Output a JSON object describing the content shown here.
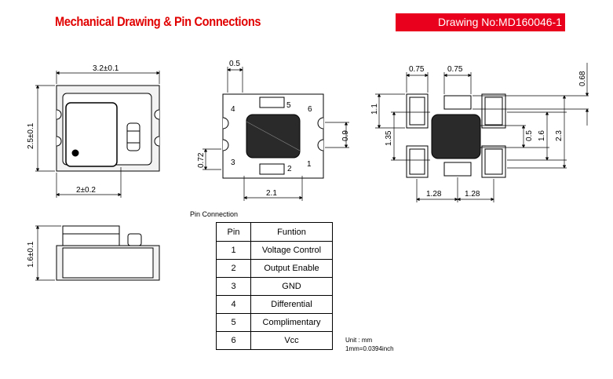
{
  "header": {
    "title": "Mechanical Drawing & Pin Connections",
    "drawing_no": "Drawing No:MD160046-1"
  },
  "top_view": {
    "width_dim": "3.2±0.1",
    "height_dim": "2.5±0.1",
    "bottom_dim": "2±0.2"
  },
  "side_view": {
    "height_dim": "1.6±0.1"
  },
  "bottom_view": {
    "pad_width": "0.5",
    "pad_height_left": "0.72",
    "pad_height_right": "0.9",
    "pitch": "2.1",
    "pin_numbers": [
      "1",
      "2",
      "3",
      "4",
      "5",
      "6"
    ]
  },
  "land_pattern": {
    "pad_w1": "0.75",
    "pad_w2": "0.75",
    "top_offset": "0.68",
    "pad_h": "1.1",
    "left_h": "1.35",
    "gap": "0.5",
    "mid": "1.6",
    "total": "2.3",
    "pitch_left": "1.28",
    "pitch_right": "1.28"
  },
  "pin_table": {
    "caption": "Pin Connection",
    "headers": [
      "Pin",
      "Funtion"
    ],
    "rows": [
      {
        "pin": "1",
        "function": "Voltage Control"
      },
      {
        "pin": "2",
        "function": "Output Enable"
      },
      {
        "pin": "3",
        "function": "GND"
      },
      {
        "pin": "4",
        "function": "Differential"
      },
      {
        "pin": "5",
        "function": "Complimentary"
      },
      {
        "pin": "6",
        "function": "Vcc"
      }
    ]
  },
  "units": {
    "line1": "Unit : mm",
    "line2": "1mm=0.0394inch"
  }
}
